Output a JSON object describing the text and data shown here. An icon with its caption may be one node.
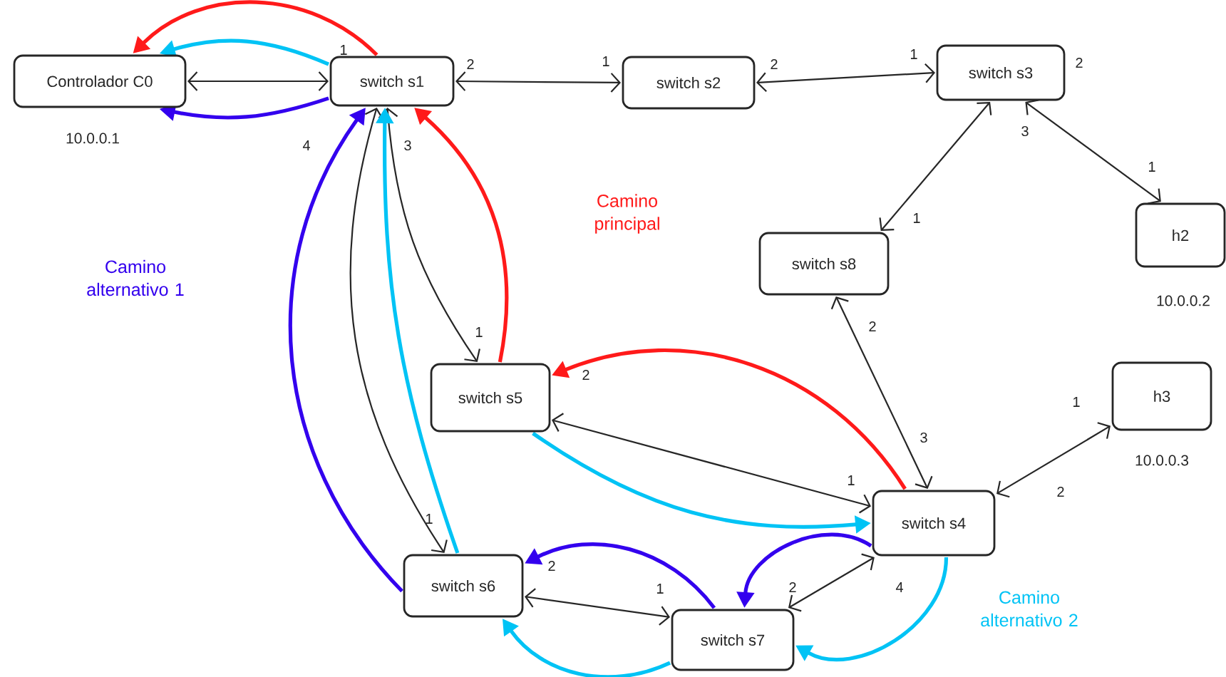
{
  "diagram": {
    "nodes": [
      {
        "text": [
          "Controlador C0"
        ],
        "beside": [
          "10.0.0.1"
        ]
      },
      {
        "text": [
          "switch s1"
        ]
      },
      {
        "text": [
          "switch s2"
        ]
      },
      {
        "text": [
          "switch s3"
        ]
      },
      {
        "text": [
          "h2"
        ],
        "beside": [
          "10.0.0.2"
        ]
      },
      {
        "text": [
          "switch s8"
        ]
      },
      {
        "text": [
          "switch s5"
        ]
      },
      {
        "text": [
          "h3"
        ],
        "beside": [
          "10.0.0.3"
        ]
      },
      {
        "text": [
          "switch s4"
        ]
      },
      {
        "text": [
          "switch s6"
        ]
      },
      {
        "text": [
          "switch s7"
        ]
      }
    ],
    "edges": [
      {
        "from": 0,
        "to": 1,
        "arrow": "both"
      },
      {
        "from": 1,
        "to": 2,
        "arrow": "both"
      },
      {
        "from": 2,
        "to": 3,
        "arrow": "both"
      },
      {
        "from": 3,
        "to": 5,
        "arrow": "both"
      },
      {
        "from": 3,
        "to": 4,
        "arrow": "both"
      },
      {
        "from": 1,
        "to": 6,
        "arrow": "both"
      },
      {
        "from": 1,
        "to": 9,
        "arrow": "both"
      },
      {
        "from": 5,
        "to": 8,
        "arrow": "both"
      },
      {
        "from": 7,
        "to": 8,
        "arrow": "both"
      },
      {
        "from": 6,
        "to": 8,
        "arrow": "both"
      },
      {
        "from": 9,
        "to": 10,
        "arrow": "both"
      },
      {
        "from": 10,
        "to": 8,
        "arrow": "both"
      },
      {
        "from": 1,
        "to": 0,
        "arrow": "to",
        "style": "thick",
        "color": "#ff1a1a"
      },
      {
        "from": 8,
        "to": 6,
        "arrow": "to",
        "style": "thick",
        "color": "#ff1a1a"
      },
      {
        "from": 6,
        "to": 1,
        "arrow": "to",
        "style": "thick",
        "color": "#ff1a1a"
      },
      {
        "from": 1,
        "to": 0,
        "arrow": "to",
        "style": "thick",
        "color": "#00c3f5"
      },
      {
        "from": 6,
        "to": 8,
        "arrow": "to",
        "style": "thick",
        "color": "#00c3f5"
      },
      {
        "from": 8,
        "to": 10,
        "arrow": "to",
        "style": "thick",
        "color": "#00c3f5"
      },
      {
        "from": 10,
        "to": 9,
        "arrow": "to",
        "style": "thick",
        "color": "#00c3f5"
      },
      {
        "from": 9,
        "to": 1,
        "arrow": "to",
        "style": "thick",
        "color": "#00c3f5"
      },
      {
        "from": 1,
        "to": 0,
        "arrow": "to",
        "style": "thick",
        "color": "#3300ee"
      },
      {
        "from": 9,
        "to": 1,
        "arrow": "to",
        "style": "thick",
        "color": "#3300ee"
      },
      {
        "from": 8,
        "to": 10,
        "arrow": "to",
        "style": "thick",
        "color": "#3300ee"
      },
      {
        "from": 10,
        "to": 9,
        "arrow": "to",
        "style": "thick",
        "color": "#3300ee"
      }
    ],
    "labels": [
      "1",
      "2",
      "1",
      "2",
      "1",
      "2",
      "3",
      "4",
      "3",
      "1",
      "Camino principal",
      "1",
      "Camino alternativo 1",
      "2",
      "1",
      "2",
      "1",
      "3",
      "1",
      "2",
      "1",
      "2",
      "1",
      "2",
      "4",
      "Camino alternativo 2"
    ]
  }
}
